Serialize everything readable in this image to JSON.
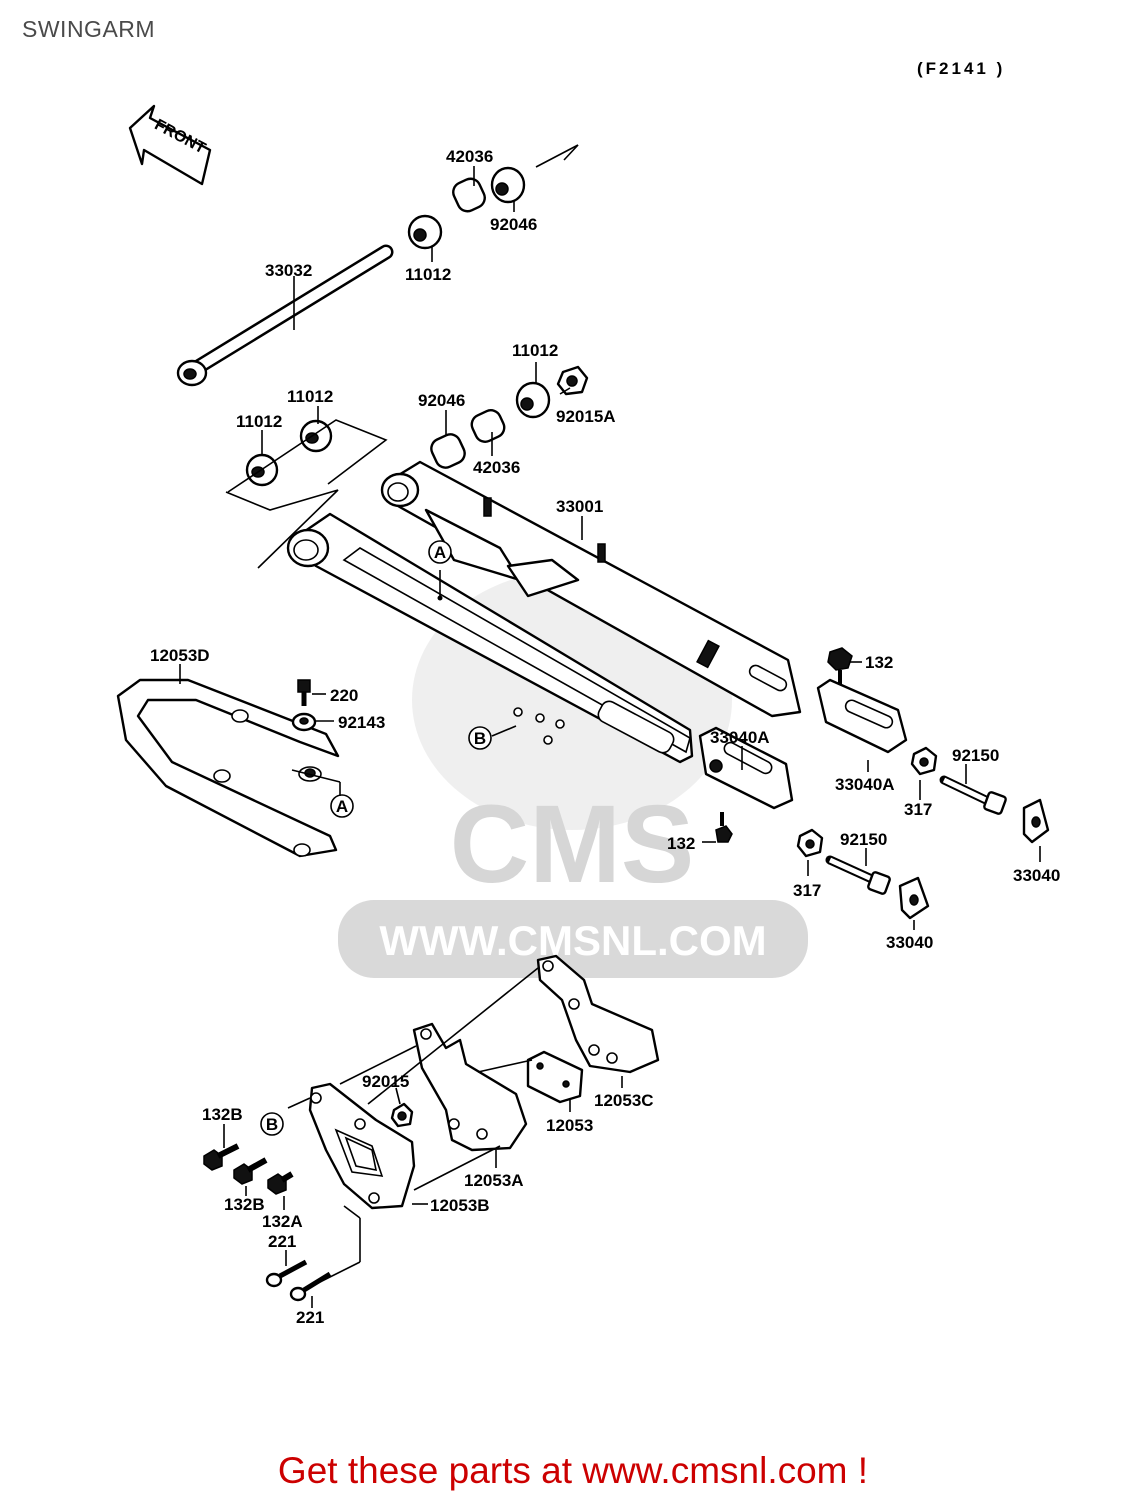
{
  "title": "SWINGARM",
  "diagram_code": "(F2141 )",
  "front_arrow_label": "FRONT",
  "watermark": {
    "brand": "CMS",
    "url": "WWW.CMSNL.COM"
  },
  "callouts": {
    "a": "A",
    "b": "B"
  },
  "part_numbers": {
    "p42036_top": "42036",
    "p92046_top": "92046",
    "p33032": "33032",
    "p11012_top": "11012",
    "p11012_mid_right": "11012",
    "p92046_mid": "92046",
    "p92015A": "92015A",
    "p42036_mid": "42036",
    "p11012_mid_left": "11012",
    "p11012_left": "11012",
    "p33001": "33001",
    "p12053D": "12053D",
    "p220": "220",
    "p92143": "92143",
    "p132_right": "132",
    "p33040A_top": "33040A",
    "p33040A_right": "33040A",
    "p317_right": "317",
    "p92150_right": "92150",
    "p33040_right": "33040",
    "p132_mid": "132",
    "p92150_mid": "92150",
    "p317_mid": "317",
    "p33040_mid": "33040",
    "p92015": "92015",
    "p12053C": "12053C",
    "p12053": "12053",
    "p132B_top": "132B",
    "p132B_bottom": "132B",
    "p132A": "132A",
    "p12053A": "12053A",
    "p12053B": "12053B",
    "p221_top": "221",
    "p221_bottom": "221"
  },
  "footer": "Get these parts at www.cmsnl.com !"
}
